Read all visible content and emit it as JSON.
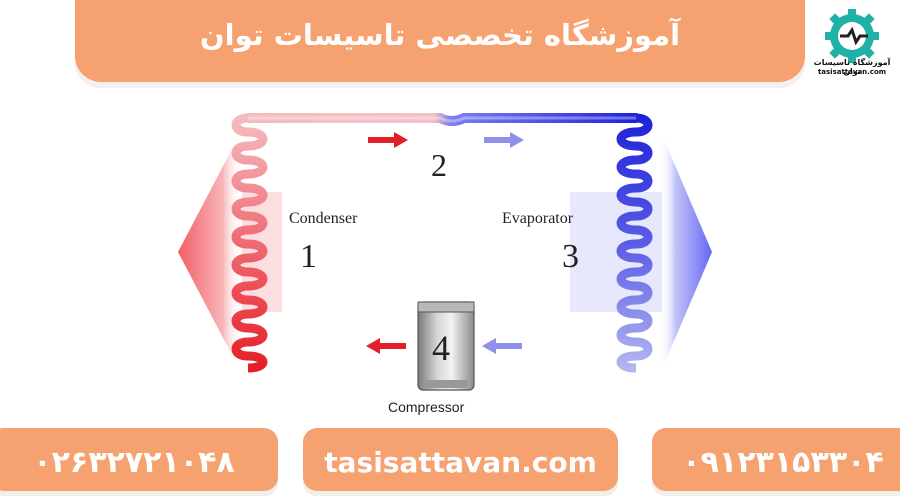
{
  "header": {
    "title": "آموزشگاه تخصصی تاسیسات توان"
  },
  "logo": {
    "name": "آموزشگاه تاسیسات توان",
    "website": "tasisattavan.com"
  },
  "diagram": {
    "condenser_label": "Condenser",
    "condenser_number": "1",
    "expansion_number": "2",
    "evaporator_label": "Evaporator",
    "evaporator_number": "3",
    "compressor_label": "Compressor",
    "compressor_number": "4",
    "colors": {
      "hot": "#e8202a",
      "warm": "#f2b1b6",
      "cold": "#2a2ae0",
      "cool": "#aeb2ee"
    }
  },
  "footer": {
    "phone_left": "۰۲۶۳۲۷۲۱۰۴۸",
    "website": "tasisattavan.com",
    "phone_right": "۰۹۱۲۳۱۵۳۳۰۴"
  },
  "colors": {
    "accent": "#f6a170",
    "text_on_accent": "#ffffff"
  }
}
